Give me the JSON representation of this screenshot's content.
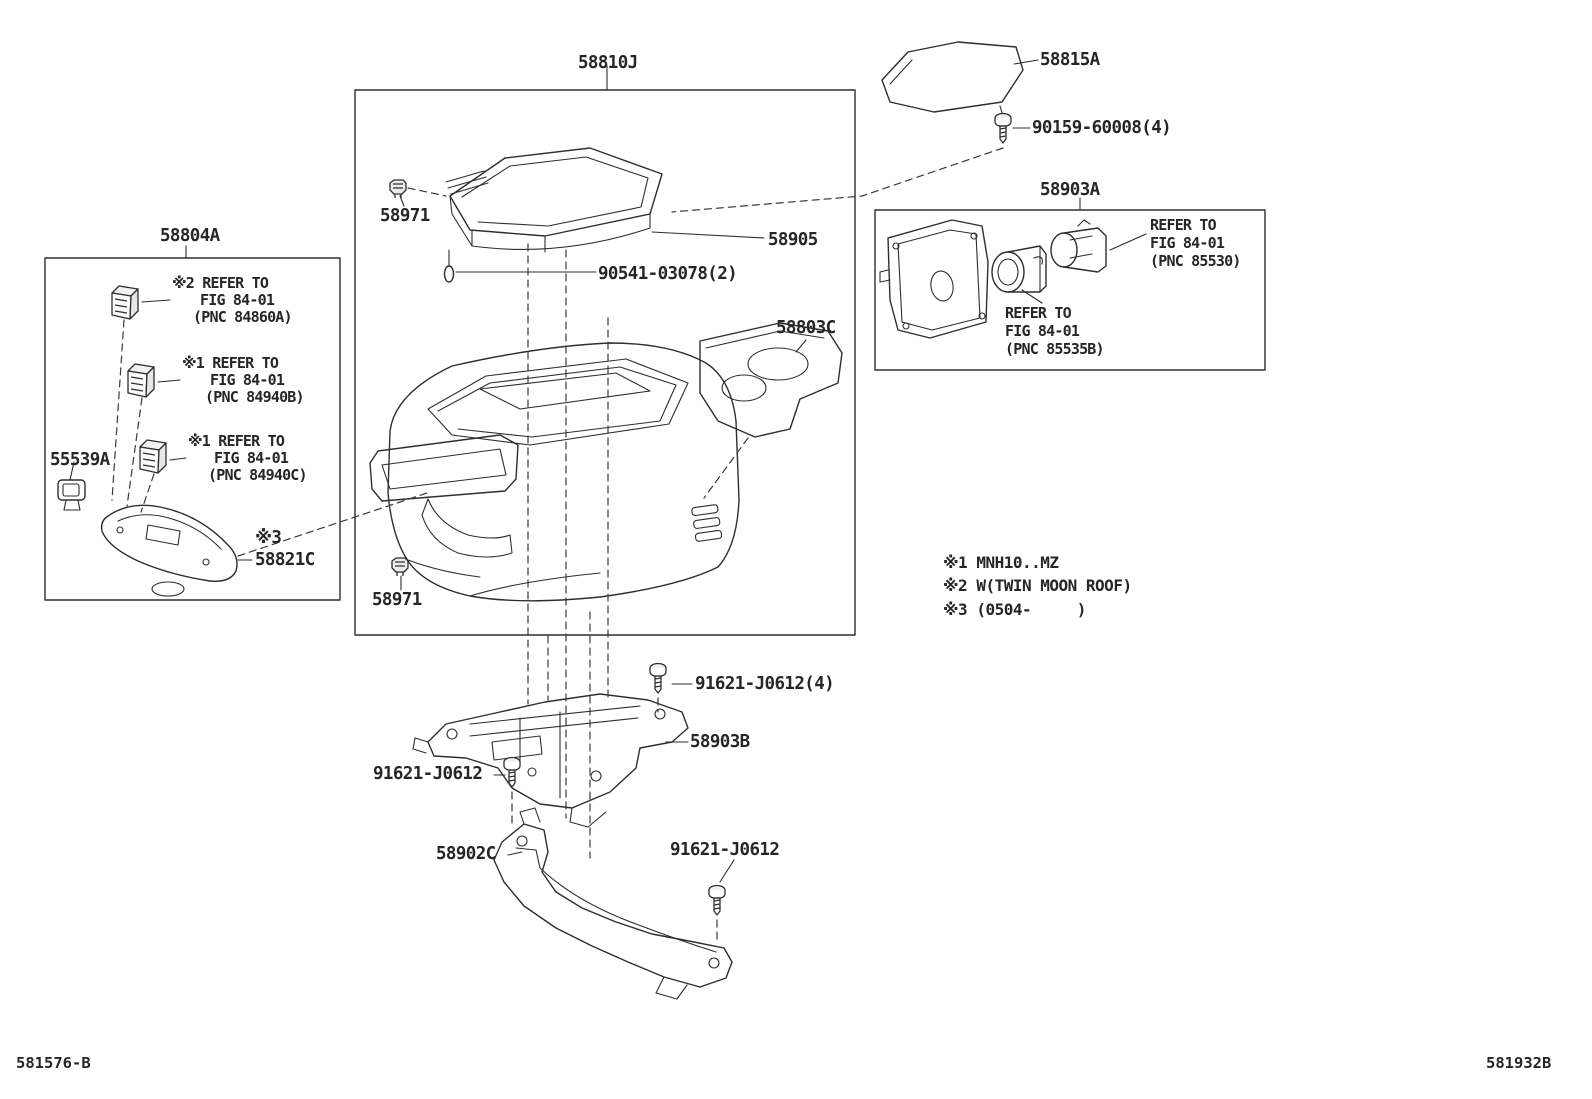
{
  "page": {
    "footer_left": "581576-B",
    "footer_right": "581932B"
  },
  "callouts": {
    "p58810J": "58810J",
    "p58815A": "58815A",
    "p90159": "90159-60008(4)",
    "p58903A": "58903A",
    "p58971_top": "58971",
    "p58905": "58905",
    "p90541": "90541-03078(2)",
    "p58804A": "58804A",
    "p55539A": "55539A",
    "star3": "※3",
    "p58821C": "58821C",
    "p58971_bottom": "58971",
    "p58803C": "58803C",
    "p91621_4": "91621-J0612(4)",
    "p58903B": "58903B",
    "p91621_left": "91621-J0612",
    "p58902C": "58902C",
    "p91621_bottom": "91621-J0612"
  },
  "refs": {
    "r85530": {
      "l1": "REFER TO",
      "l2": "FIG 84-01",
      "l3": "(PNC 85530)"
    },
    "r85535B": {
      "l1": "REFER TO",
      "l2": "FIG 84-01",
      "l3": "(PNC 85535B)"
    },
    "r84860A": {
      "l1": "※2 REFER TO",
      "l2": "FIG 84-01",
      "l3": "(PNC 84860A)"
    },
    "r84940B": {
      "l1": "※1 REFER TO",
      "l2": "FIG 84-01",
      "l3": "(PNC 84940B)"
    },
    "r84940C": {
      "l1": "※1 REFER TO",
      "l2": "FIG 84-01",
      "l3": "(PNC 84940C)"
    }
  },
  "notes": {
    "line1": "※1 MNH10..MZ",
    "line2": "※2 W(TWIN MOON ROOF)",
    "line3": "※3 (0504-     )"
  }
}
